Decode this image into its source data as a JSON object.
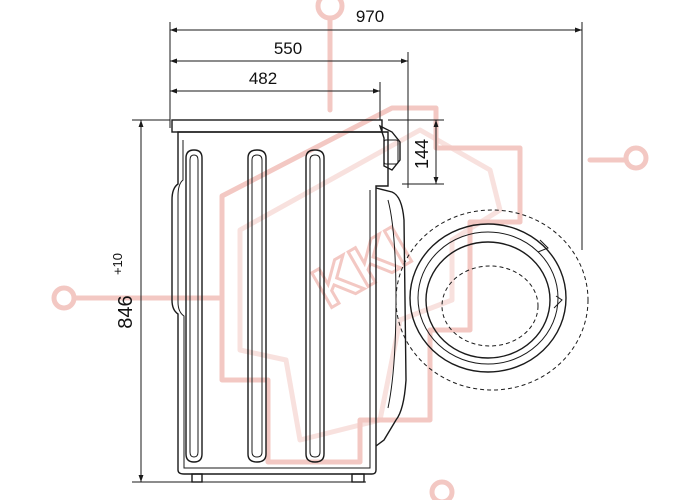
{
  "dimensions": {
    "depth_total": "970",
    "depth_with_door": "550",
    "depth_body": "482",
    "control_offset": "144",
    "height": "846",
    "height_tolerance": "+10"
  },
  "watermark": {
    "text": "KKI"
  }
}
